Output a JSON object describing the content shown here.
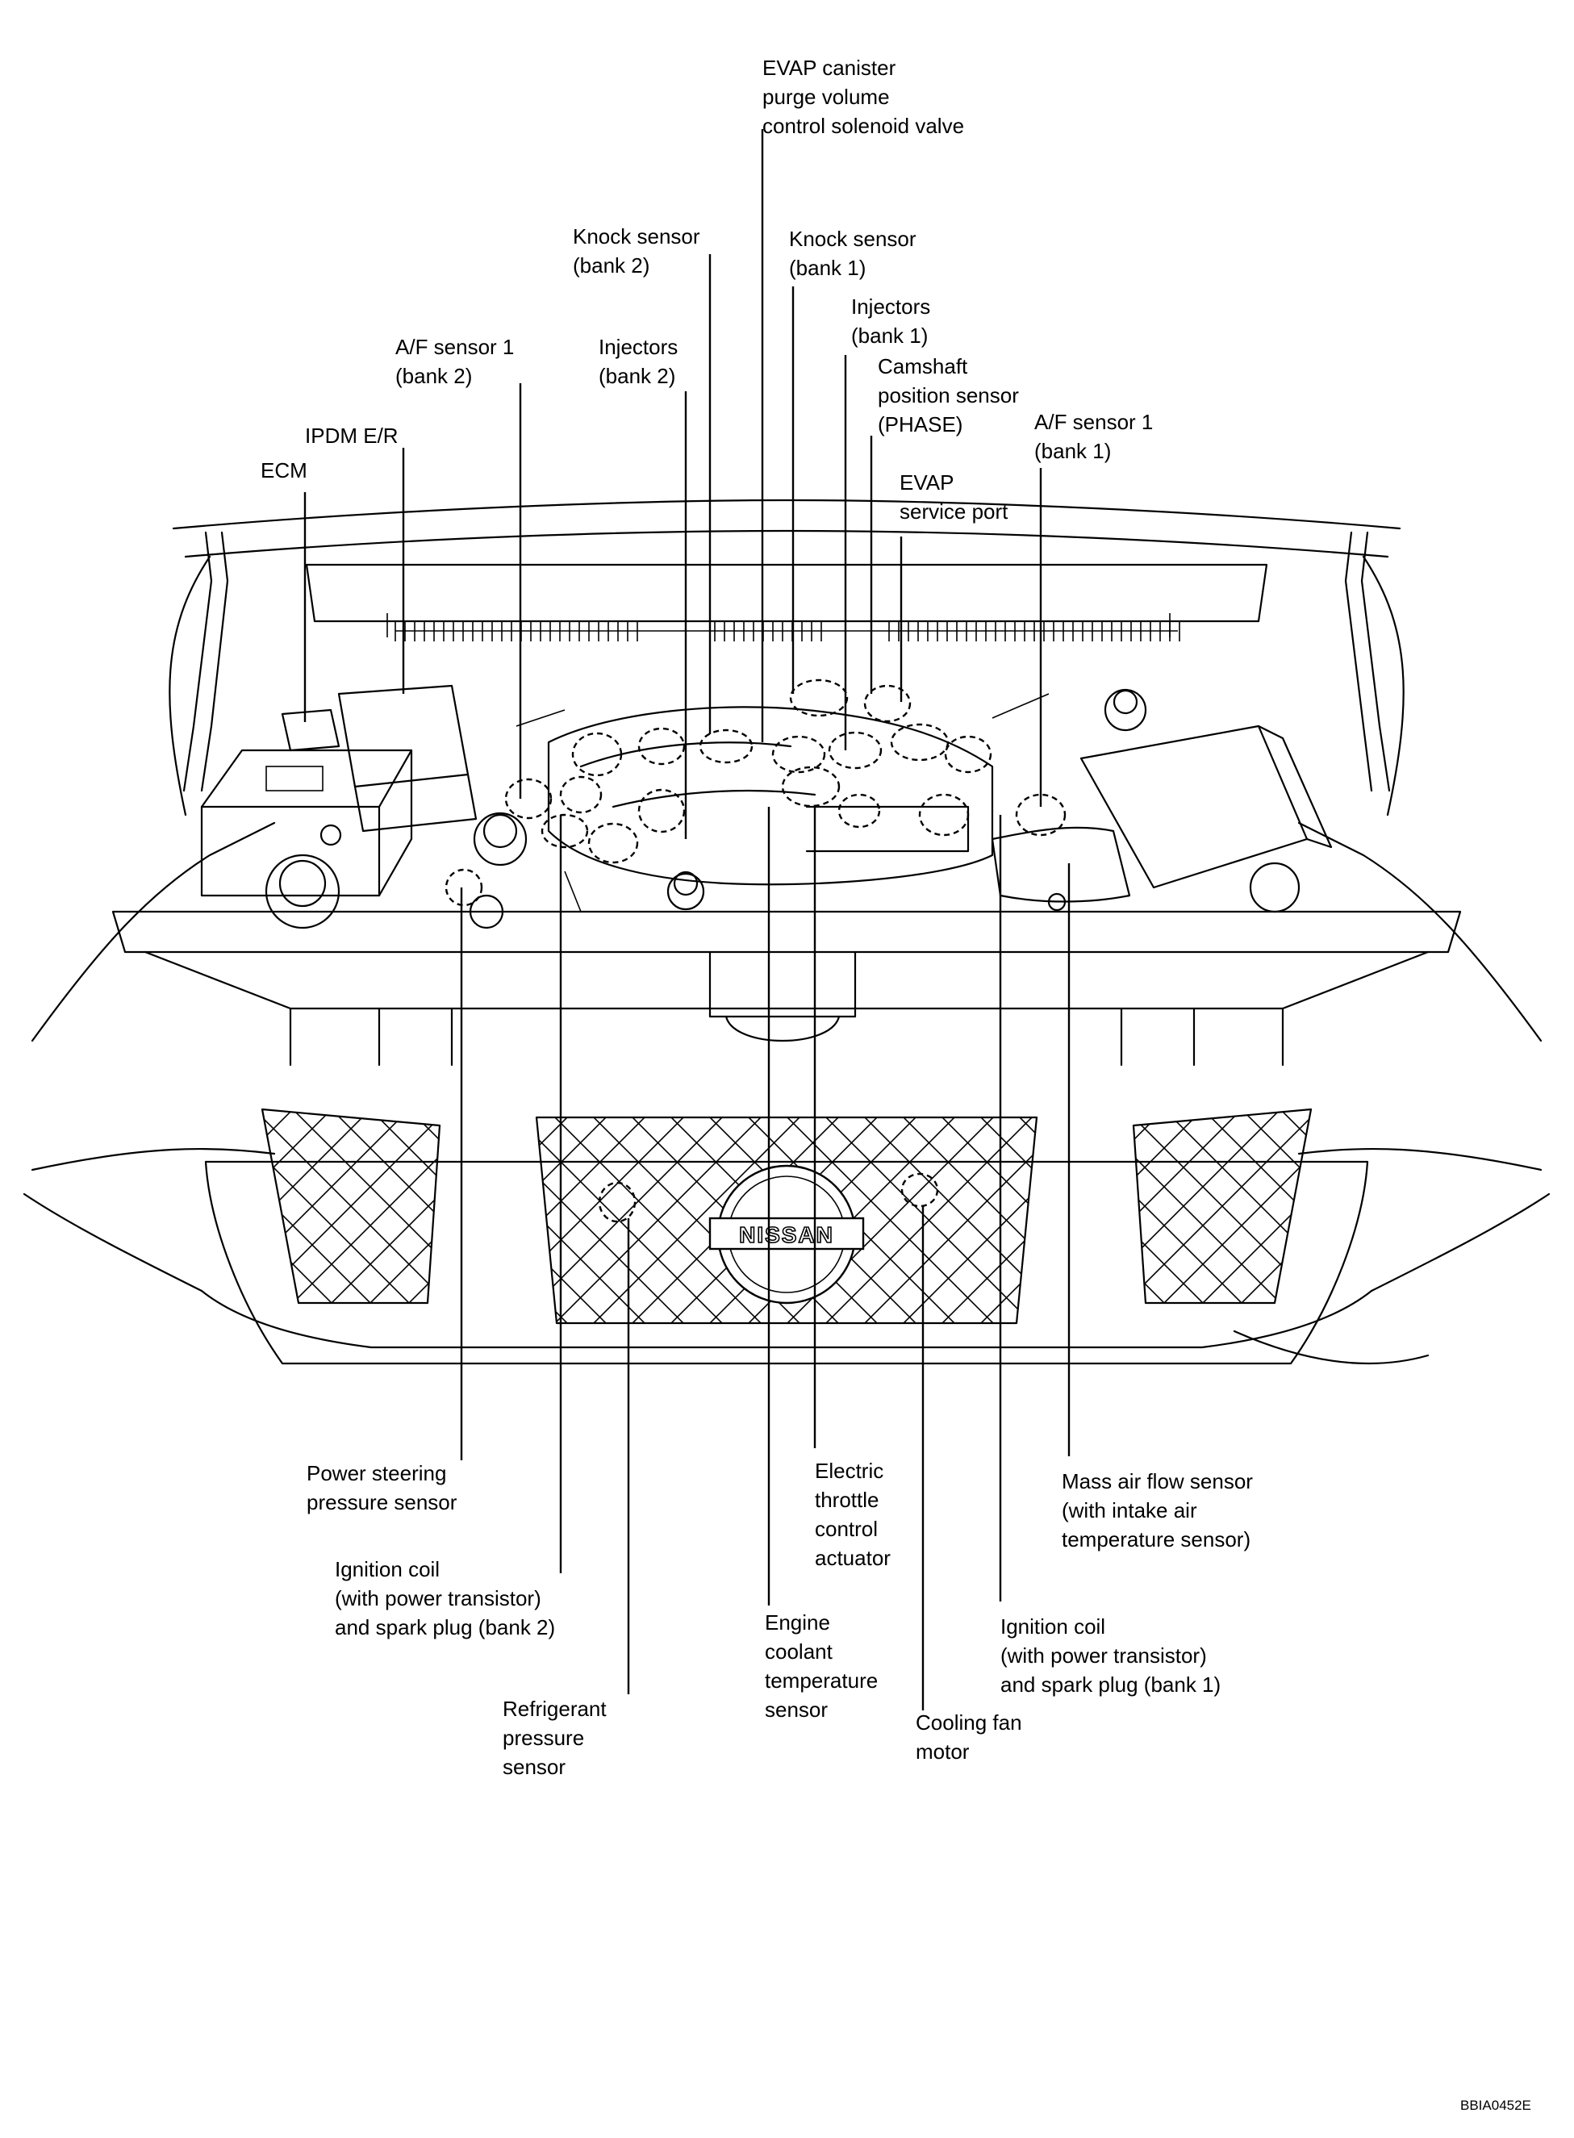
{
  "labels": {
    "evap_purge": "EVAP canister\npurge volume\ncontrol solenoid valve",
    "knock_bank2": "Knock sensor\n(bank 2)",
    "knock_bank1": "Knock sensor\n(bank 1)",
    "injectors_bank1": "Injectors\n(bank 1)",
    "af_bank2": "A/F sensor 1\n(bank 2)",
    "injectors_bank2": "Injectors\n(bank 2)",
    "camshaft": "Camshaft\nposition sensor\n(PHASE)",
    "af_bank1": "A/F sensor 1\n(bank 1)",
    "ipdm": "IPDM E/R",
    "ecm": "ECM",
    "evap_port": "EVAP\nservice port",
    "ps_sensor": "Power steering\npressure sensor",
    "ign_bank2": "Ignition coil\n(with power transistor)\nand spark plug (bank 2)",
    "refrigerant": "Refrigerant\npressure\nsensor",
    "etc": "Electric\nthrottle\ncontrol\nactuator",
    "ect": "Engine\ncoolant\ntemperature\nsensor",
    "cooling_fan": "Cooling fan\nmotor",
    "maf": "Mass air flow sensor\n(with intake air\ntemperature sensor)",
    "ign_bank1": "Ignition coil\n(with power transistor)\nand spark plug (bank 1)"
  },
  "logo_text": "NISSAN",
  "figure_code": "BBIA0452E"
}
